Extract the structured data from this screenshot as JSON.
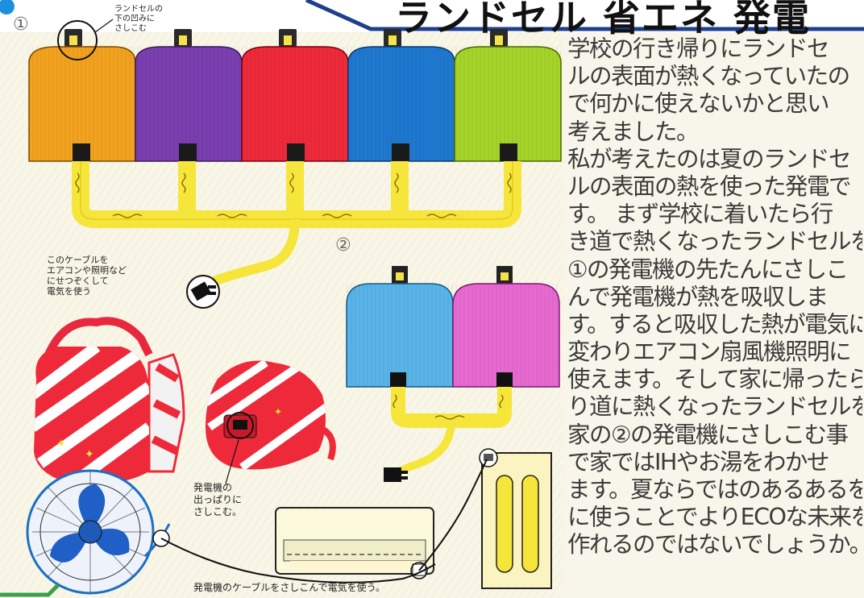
{
  "header": {
    "title": "ランドセル 省エネ 発電"
  },
  "labels": {
    "section1": "①",
    "section2": "②",
    "note_top": [
      "ランドセルの",
      "下の凹みに",
      "さしこむ"
    ],
    "note_cable": [
      "このケーブルを",
      "エアコンや照明など",
      "にせつぞくして",
      "電気を使う"
    ],
    "note_pocket": [
      "発電機の",
      "出っぱりに",
      "さしこむ。"
    ],
    "note_bottom": "発電機のケーブルをさしこんで電気を使う。"
  },
  "essay": {
    "lines": [
      "学校の行き帰りにランドセ",
      "ルの表面が熱くなっていたの",
      "で何かに使えないかと思い",
      "考えました。",
      " 私が考えたのは夏のランドセ",
      "ルの表面の熱を使った発電で",
      "す。 まず学校に着いたら行",
      "き道で熱くなったランドセルを",
      "①の発電機の先たんにさしこ",
      "んで発電機が熱を吸収しま",
      "す。すると吸収した熱が電気に",
      "変わりエアコン扇風機照明に",
      "使えます。そして家に帰ったら帰",
      "り道に熱くなったランドセルを",
      "家の②の発電機にさしこむ事",
      "で家ではIHやお湯をわかせ",
      "ます。夏ならではのあるあるを電力",
      "に使うことでよりECOな未来を",
      "作れるのではないでしょうか。"
    ]
  },
  "colors": {
    "orange_bag": "#f2a21e",
    "purple_bag": "#7b3fb0",
    "red_bag": "#ee2a3a",
    "blue_bag": "#1f78cf",
    "green_bag": "#a6d42a",
    "lightblue_bag": "#5ab4e8",
    "pink_bag": "#e86ad0",
    "cable": "#f6e53a",
    "header_blue": "#1d3f8c"
  }
}
